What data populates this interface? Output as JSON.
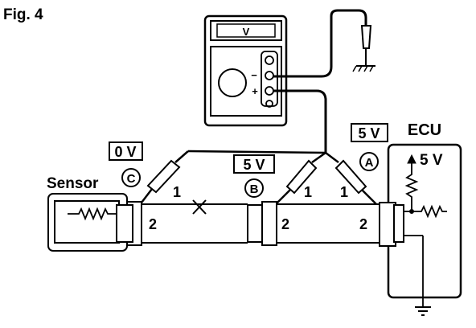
{
  "figure": {
    "label": "Fig. 4"
  },
  "meter": {
    "display": "V",
    "minus_label": "−",
    "plus_label": "+"
  },
  "ecu": {
    "label": "ECU",
    "supply_label": "5 V"
  },
  "sensor": {
    "label": "Sensor"
  },
  "points": [
    {
      "letter": "C",
      "voltage": "0 V"
    },
    {
      "letter": "B",
      "voltage": "5 V"
    },
    {
      "letter": "A",
      "voltage": "5 V"
    }
  ],
  "wires": {
    "wire_1": "1",
    "wire_2": "2"
  },
  "colors": {
    "ink": "#000000",
    "background": "#ffffff"
  }
}
